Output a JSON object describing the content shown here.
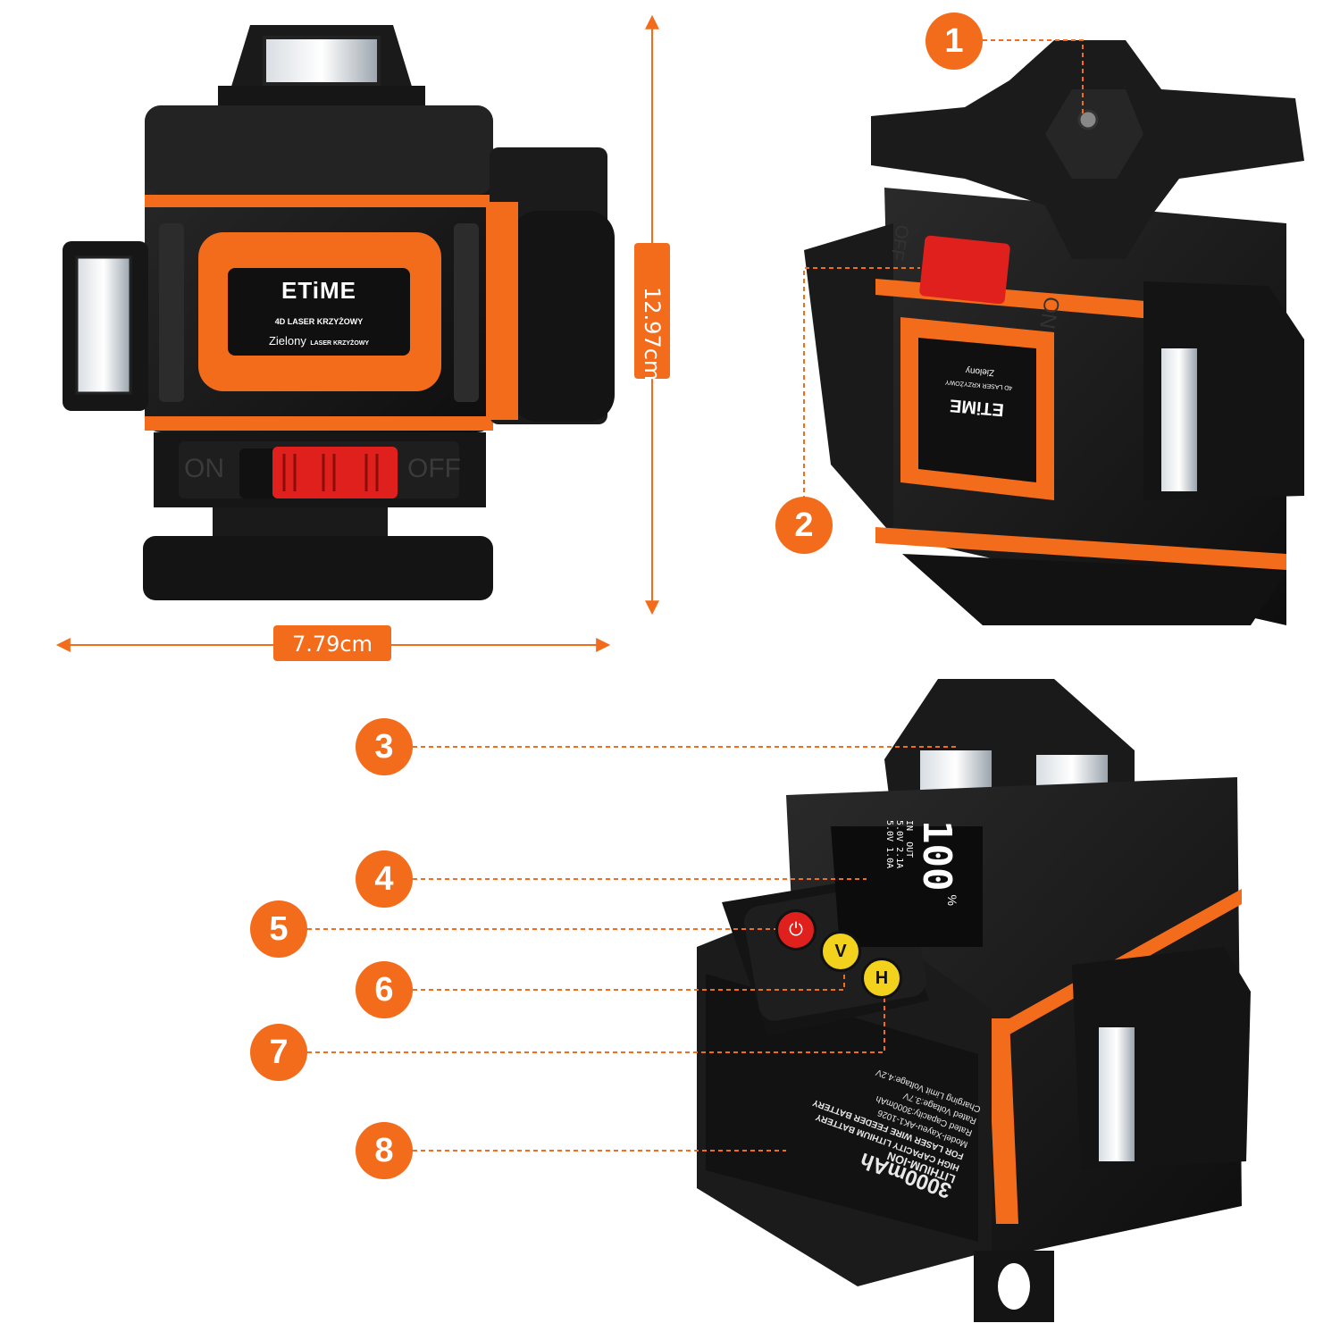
{
  "dimensions": {
    "width_label": "7.79cm",
    "height_label": "12.97cm"
  },
  "brand": "ETiME",
  "front_label": {
    "line1": "4D LASER KRZYŻOWY",
    "line2_main": "Zielony",
    "line2_small": "LASER KRZYŻOWY"
  },
  "switch": {
    "on": "ON",
    "off": "OFF"
  },
  "callouts": [
    "1",
    "2",
    "3",
    "4",
    "5",
    "6",
    "7",
    "8"
  ],
  "display": {
    "percent": "100",
    "percent_sign": "%",
    "in_label": "IN",
    "out_label": "OUT",
    "rating1": "5.0V 2.1A",
    "rating2": "5.0V 1.0A"
  },
  "keypad": {
    "power": "⏻",
    "vertical": "V",
    "horizontal": "H"
  },
  "battery": {
    "capacity": "3000mAh",
    "line1": "LITHIUM-ION",
    "line2": "HIGH CAPACITY LITHIUM BATTERY",
    "line3": "FOR LASER WIRE FEEDER BATTERY",
    "line4": "Model-Xayeu-AK1-1026",
    "line5": "Rated Capacity:3000mAh",
    "line6": "Rated Voltage:3.7V",
    "line7": "Charging Limit Voltage:4.2V"
  },
  "colors": {
    "accent": "#f26c1c",
    "body": "#1c1c1c",
    "red_switch": "#e0201c",
    "yellow_button": "#f2d21c"
  }
}
